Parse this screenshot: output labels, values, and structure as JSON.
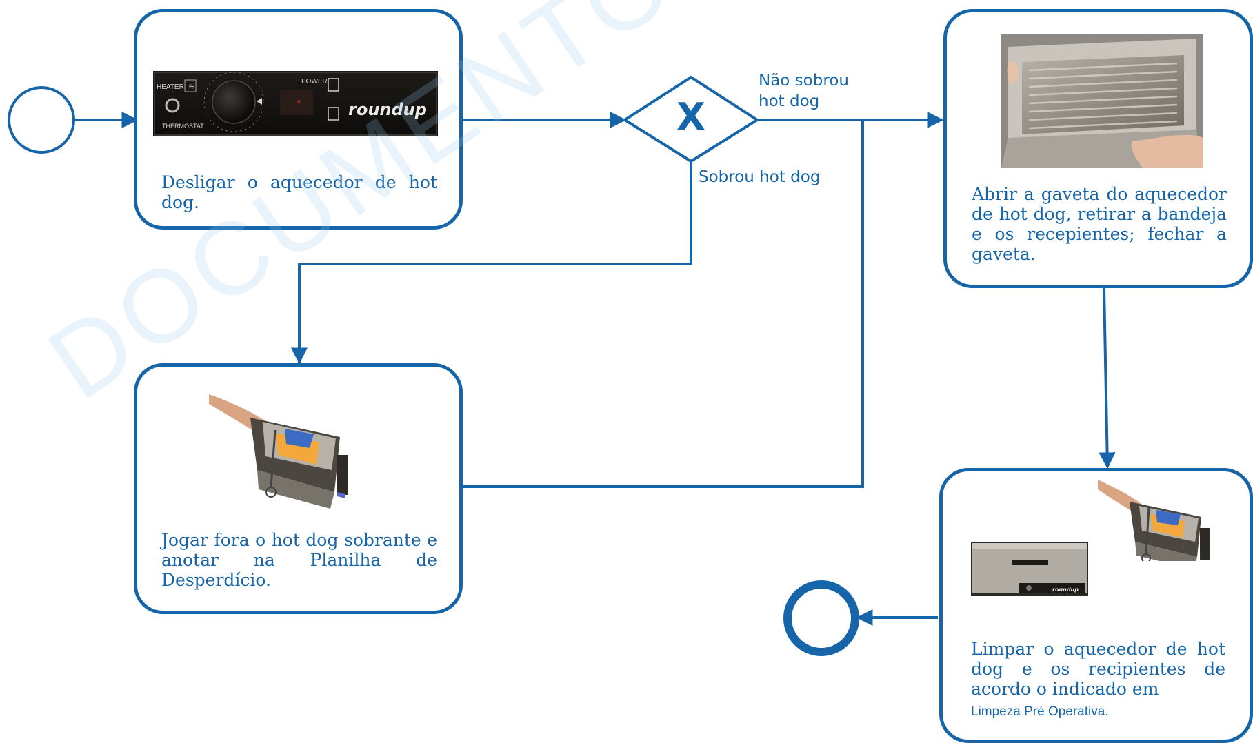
{
  "tasks": {
    "turn_off": {
      "text": "Desligar o aquecedor de hot dog.",
      "panel_labels": {
        "heater": "HEATER",
        "power": "POWER",
        "thermostat": "THERMOSTAT",
        "brand": "roundup"
      }
    },
    "open_drawer": {
      "text": "Abrir a gaveta do aquecedor de hot dog, retirar a bandeja e os recepientes; fechar a gaveta."
    },
    "throw_away": {
      "text": "Jogar fora o hot dog sobrante e anotar na Planilha de Desperdício."
    },
    "clean": {
      "text": "Limpar o aquecedor de hot dog e os recipientes de acordo o indicado em",
      "reference": "Limpeza Pré Operativa.",
      "brand": "roundup"
    }
  },
  "gateway": {
    "symbol": "X"
  },
  "flows": {
    "no_leftover": "Não sobrou hot dog",
    "leftover": "Sobrou hot dog"
  },
  "watermark": "DOCUMENTO EN REVISAO",
  "colors": {
    "primary": "#1565a8",
    "watermark": "#c4def2"
  }
}
